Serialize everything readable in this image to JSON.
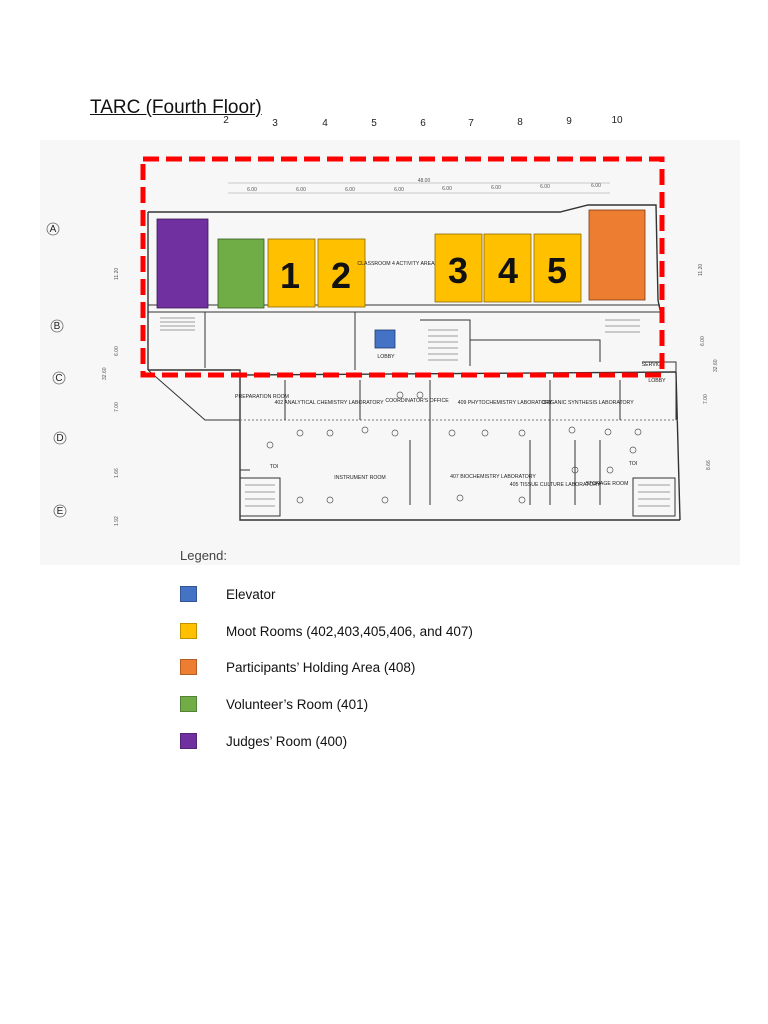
{
  "title": "TARC (Fourth Floor)",
  "colors": {
    "elevator": "#4472c4",
    "moot": "#ffc000",
    "holding": "#ed7d31",
    "volunteer": "#70ad47",
    "judges": "#7030a0",
    "highlight": "#ff0000"
  },
  "grid": {
    "columns": [
      "2",
      "3",
      "4",
      "5",
      "6",
      "7",
      "8",
      "9",
      "10"
    ],
    "rows": [
      "A",
      "B",
      "C",
      "D",
      "E"
    ],
    "dimensions_top": [
      "6.00",
      "6.00",
      "6.00",
      "6.00",
      "6.00",
      "6.00",
      "6.00",
      "6.00"
    ],
    "overall_top": "48.00",
    "left_dims": [
      "11.20",
      "6.00",
      "32.60",
      "7.00",
      "1.66",
      "1.92"
    ],
    "right_dims": [
      "11.20",
      "6.00",
      "32.60",
      "7.00",
      "8.66"
    ]
  },
  "moot_numbers": [
    "1",
    "2",
    "3",
    "4",
    "5"
  ],
  "rooms": {
    "classroom": "CLASSROOM 4 ACTIVITY AREA",
    "lobby": "LOBBY",
    "lobby_right": "LOBBY",
    "service": "SERVICE",
    "preparation": "PREPARATION ROOM",
    "analytical": "402 ANALYTICAL CHEMISTRY LABORATORY",
    "coordinators": "COORDINATOR'S OFFICE",
    "phyto": "409 PHYTOCHEMISTRY LABORATORY",
    "organic": "ORGANIC SYNTHESIS LABORATORY",
    "instrument": "INSTRUMENT ROOM",
    "biochem": "407 BIOCHEMISTRY LABORATORY",
    "tissue": "405 TISSUE CULTURE LABORATORY",
    "storage": "STORAGE ROOM",
    "toilet": "TOI"
  },
  "legend": {
    "title": "Legend:",
    "items": [
      {
        "color": "#4472c4",
        "label": "Elevator"
      },
      {
        "color": "#ffc000",
        "label": "Moot Rooms (402,403,405,406, and 407)"
      },
      {
        "color": "#ed7d31",
        "label": "Participants’ Holding Area (408)"
      },
      {
        "color": "#70ad47",
        "label": "Volunteer’s Room (401)"
      },
      {
        "color": "#7030a0",
        "label": "Judges’ Room (400)"
      }
    ]
  }
}
